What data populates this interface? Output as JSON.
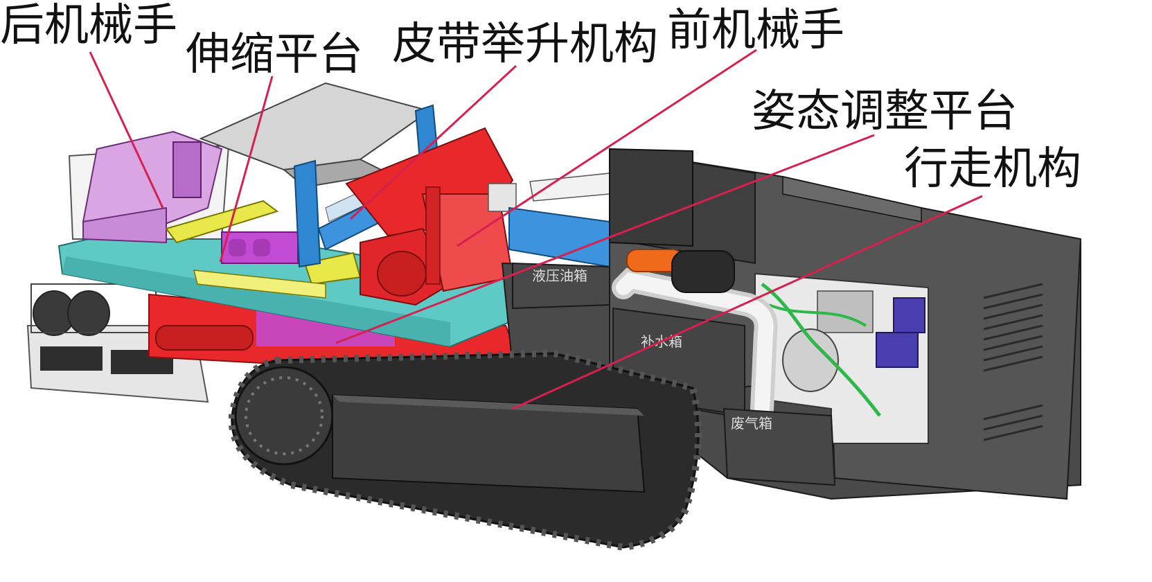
{
  "figure": {
    "callouts": [
      {
        "id": "rear-manipulator",
        "label": "后机械手"
      },
      {
        "id": "telescopic-platform",
        "label": "伸缩平台"
      },
      {
        "id": "belt-lift-mechanism",
        "label": "皮带举升机构"
      },
      {
        "id": "front-manipulator",
        "label": "前机械手"
      },
      {
        "id": "attitude-adjust-platform",
        "label": "姿态调整平台"
      },
      {
        "id": "walking-mechanism",
        "label": "行走机构"
      }
    ],
    "parts": {
      "hydraulic_tank": "液压油箱",
      "water_tank": "补水箱",
      "exhaust_box": "废气箱"
    },
    "colors": {
      "leader": "#d6204f",
      "rear_manipulator": "#c98ad8",
      "front_assembly": "#e8282a",
      "platform": "#5fc9c6",
      "beam": "#2f86d1",
      "slide": "#e8e84a",
      "purple_parts": "#c24bd3",
      "body_dark": "#4a4a4a",
      "track": "#2b2b2b",
      "frame_grey": "#d8d8d8"
    }
  }
}
